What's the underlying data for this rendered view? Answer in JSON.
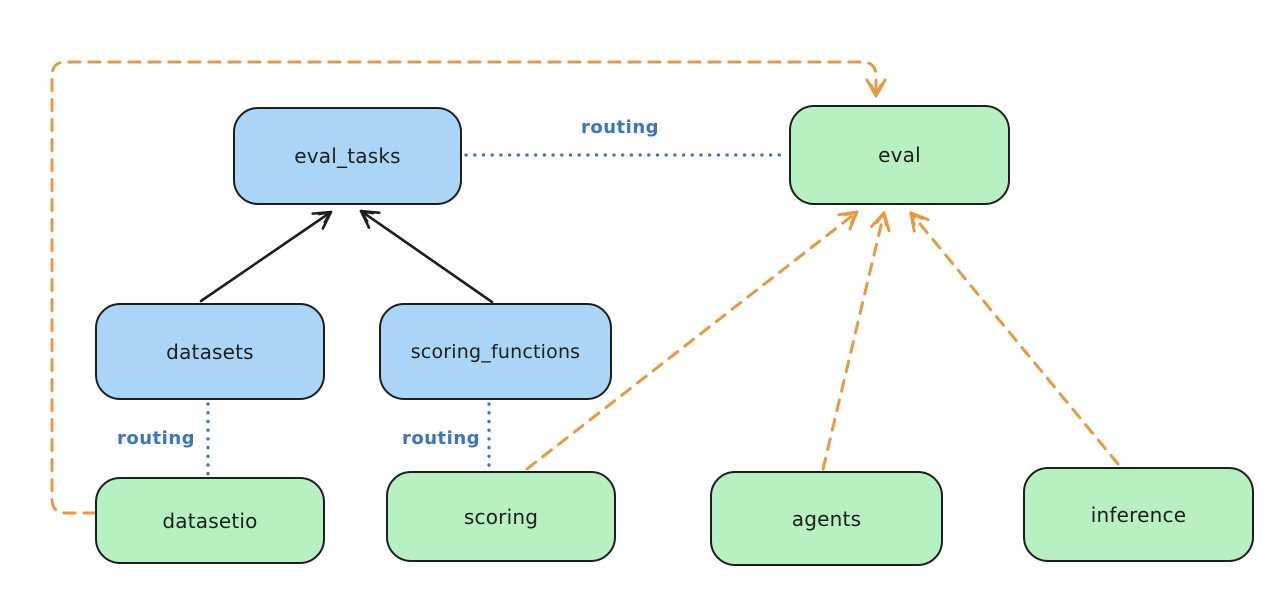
{
  "diagram": {
    "colors": {
      "background": "#ffffff",
      "blue_fill": "#abd5f6",
      "green_fill": "#b7f0c1",
      "stroke": "#1e1e1e",
      "routing_blue": "#3b74c2",
      "orange": "#e9993f"
    },
    "nodes": [
      {
        "id": "eval_tasks",
        "label": "eval_tasks",
        "color": "blue"
      },
      {
        "id": "eval",
        "label": "eval",
        "color": "green"
      },
      {
        "id": "datasets",
        "label": "datasets",
        "color": "blue"
      },
      {
        "id": "scoring_functions",
        "label": "scoring_functions",
        "color": "blue"
      },
      {
        "id": "datasetio",
        "label": "datasetio",
        "color": "green"
      },
      {
        "id": "scoring",
        "label": "scoring",
        "color": "green"
      },
      {
        "id": "agents",
        "label": "agents",
        "color": "green"
      },
      {
        "id": "inference",
        "label": "inference",
        "color": "green"
      }
    ],
    "edges": [
      {
        "from": "datasets",
        "to": "eval_tasks",
        "style": "solid-black-arrow"
      },
      {
        "from": "scoring_functions",
        "to": "eval_tasks",
        "style": "solid-black-arrow"
      },
      {
        "from": "eval_tasks",
        "to": "eval",
        "style": "dotted-blue",
        "label": "routing"
      },
      {
        "from": "datasets",
        "to": "datasetio",
        "style": "dotted-blue",
        "label": "routing"
      },
      {
        "from": "scoring_functions",
        "to": "scoring",
        "style": "dotted-blue",
        "label": "routing"
      },
      {
        "from": "datasetio",
        "to": "eval",
        "style": "dashed-orange-arrow"
      },
      {
        "from": "scoring",
        "to": "eval",
        "style": "dashed-orange-arrow"
      },
      {
        "from": "agents",
        "to": "eval",
        "style": "dashed-orange-arrow"
      },
      {
        "from": "inference",
        "to": "eval",
        "style": "dashed-orange-arrow"
      }
    ],
    "edge_labels": [
      {
        "id": "routing_top",
        "text": "routing"
      },
      {
        "id": "routing_datasets",
        "text": "routing"
      },
      {
        "id": "routing_scoring",
        "text": "routing"
      }
    ]
  }
}
